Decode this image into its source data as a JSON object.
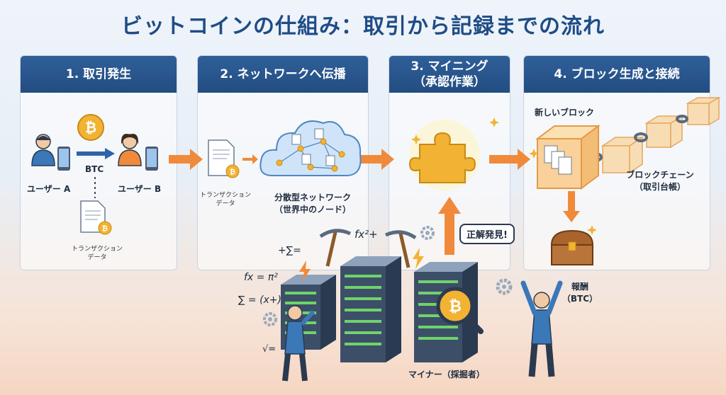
{
  "title": "ビットコインの仕組み：取引から記録までの流れ",
  "steps": [
    {
      "label": "1. 取引発生"
    },
    {
      "label": "2. ネットワークへ伝播"
    },
    {
      "label_line1": "3. マイニング",
      "label_line2": "（承認作業）"
    },
    {
      "label": "4. ブロック生成と接続"
    }
  ],
  "step1": {
    "user_a": "ユーザー A",
    "user_b": "ユーザー B",
    "coin_label": "BTC",
    "tx_line1": "トランザクション",
    "tx_line2": "データ"
  },
  "step2": {
    "tx_line1": "トランザクション",
    "tx_line2": "データ",
    "network_line1": "分散型ネットワーク",
    "network_line2": "（世界中のノード）"
  },
  "step3": {
    "callout": "正解発見!",
    "miner_label": "マイナー（採掘者）",
    "formulas": [
      "fx²+",
      "+∑=",
      "fx = π²",
      "∑ = (x+)",
      "√="
    ]
  },
  "step4": {
    "new_block": "新しいブロック",
    "chain_line1": "ブロックチェーン",
    "chain_line2": "（取引台帳）",
    "reward_line1": "報酬",
    "reward_line2": "（BTC）"
  },
  "colors": {
    "header": "#2a5890",
    "arrow": "#f08a3a",
    "gold": "#f2b233",
    "title": "#1f4c86"
  }
}
